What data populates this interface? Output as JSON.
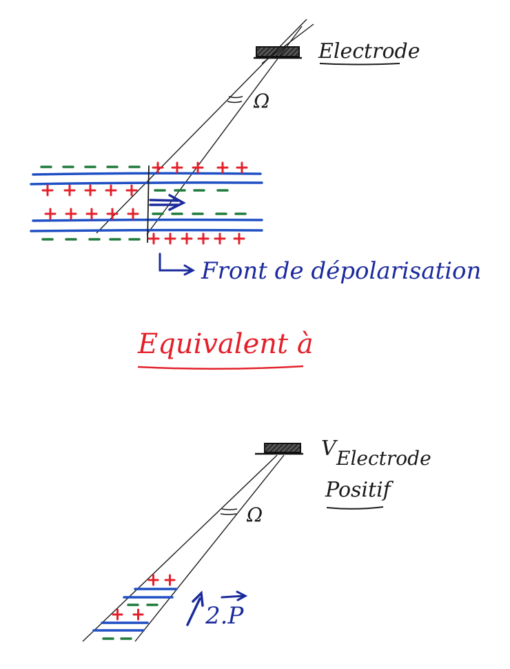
{
  "top": {
    "electrode_label": "Electrode",
    "angle_label": "Ω",
    "front_label": "Front de dépolarisation"
  },
  "middle": {
    "equivalent_label": "Equivalent à"
  },
  "bottom": {
    "electrode_label": "Electrode",
    "potential_label": "V",
    "sign_label": "Positif",
    "angle_label": "Ω",
    "dipole_label": "2.P"
  },
  "colors": {
    "ink": "#1a1a1a",
    "blue": "#1f4fc4",
    "navy": "#1b2a9c",
    "red": "#e3202a",
    "green": "#1f7a3a"
  }
}
